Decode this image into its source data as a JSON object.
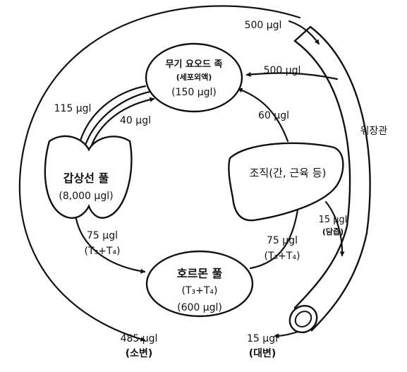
{
  "pools": {
    "iodide": {
      "title": "무기 요오드 족",
      "subtitle": "(세포외액)",
      "amount": "(150 µgl)"
    },
    "thyroid": {
      "title": "갑상선 풀",
      "amount": "(8,000 µgl)"
    },
    "hormone": {
      "title": "호르몬 풀",
      "formula": "(T₃+T₄)",
      "amount": "(600 µgl)"
    },
    "tissue": {
      "title": "조직(간, 근육 등)"
    },
    "gut": {
      "label": "위장관"
    }
  },
  "flows": {
    "intake": "500 µgl",
    "gut_absorption": "500 µgl",
    "iodide_to_thyroid": "115 µgl",
    "thyroid_to_iodide": "40 µgl",
    "tissue_to_iodide": "60 µgl",
    "thyroid_to_hormone": {
      "amount": "75 µgl",
      "formula": "(T₃+T₄)"
    },
    "hormone_to_tissue": {
      "amount": "75 µgl",
      "formula": "(T₃+T₄)"
    },
    "bile": {
      "amount": "15 µgl",
      "label": "(담즙)"
    },
    "urine": {
      "amount": "485 µgl",
      "label": "(소변)"
    },
    "feces": {
      "amount": "15 µgl",
      "label": "(대변)"
    }
  }
}
